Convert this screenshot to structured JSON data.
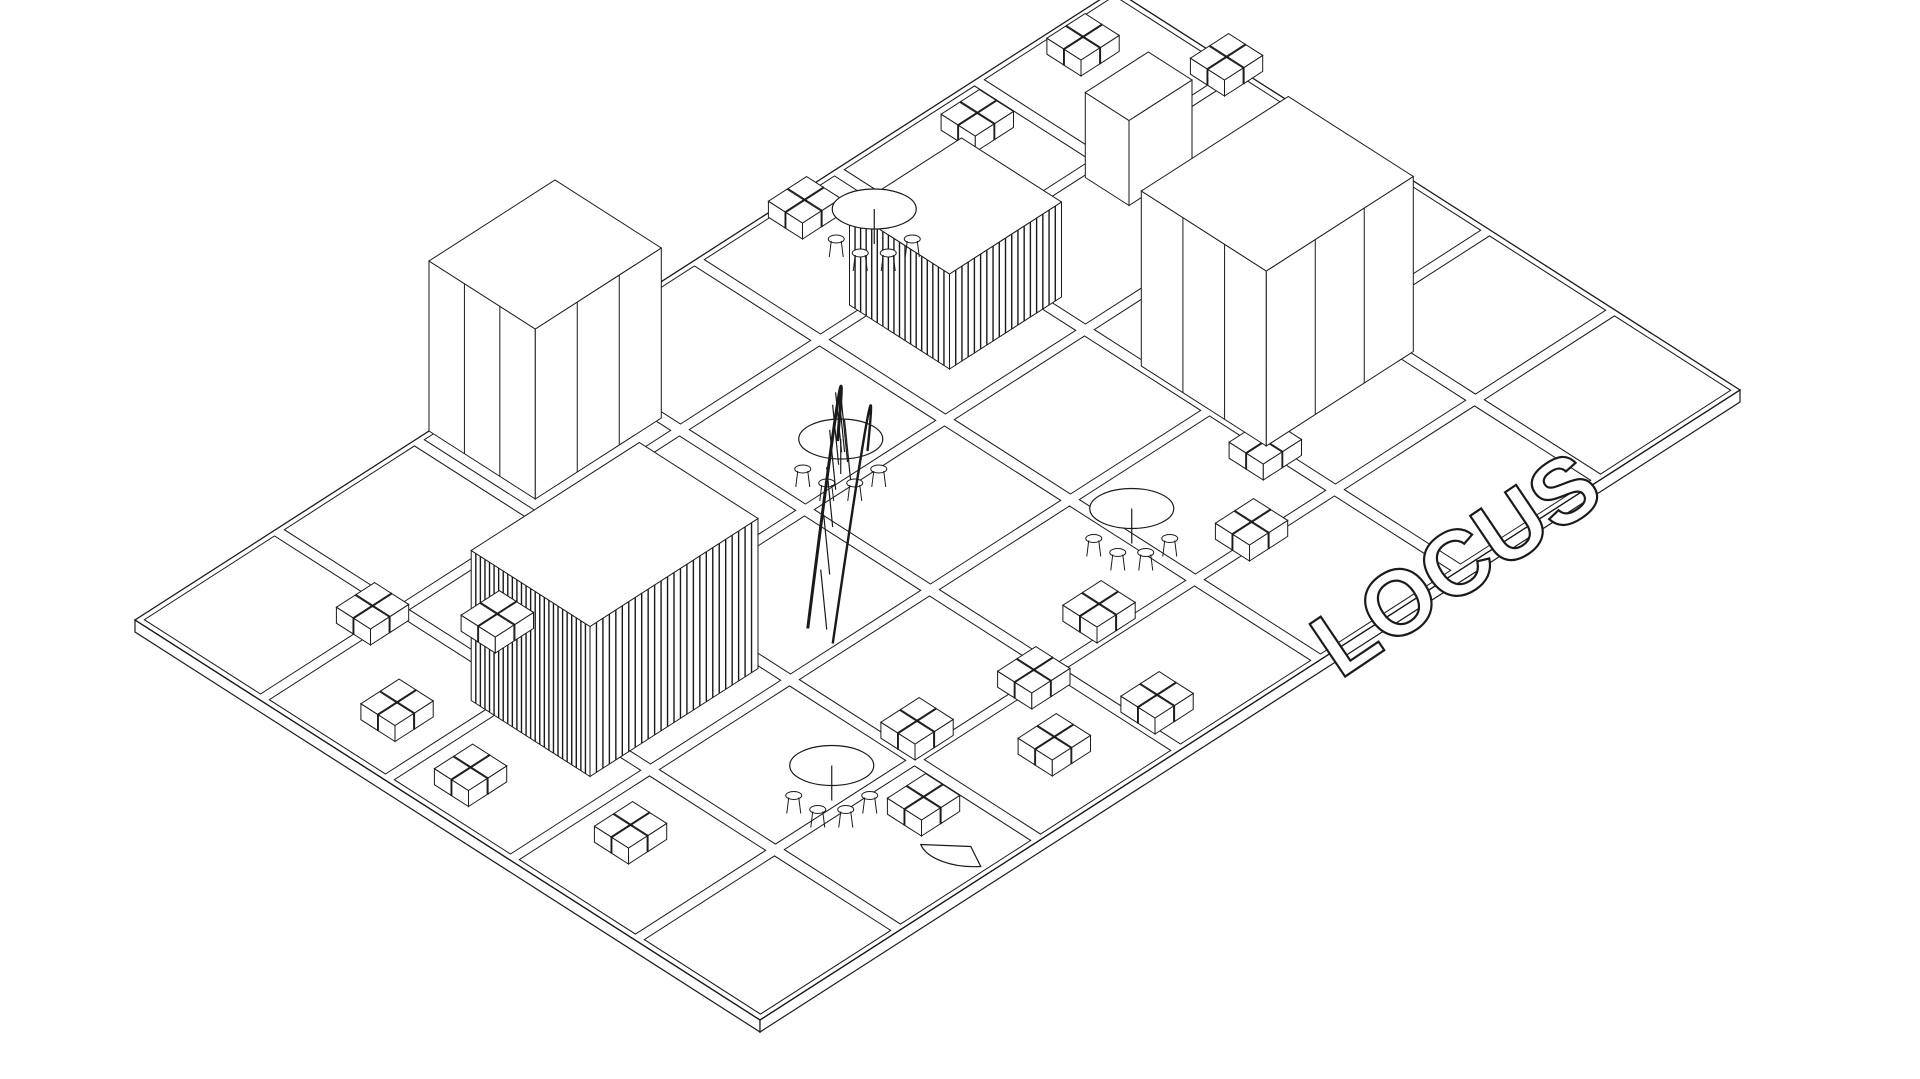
{
  "drawing": {
    "signage_text": "LOCUS",
    "line_color": "#1a1a1a",
    "background_color": "#ffffff"
  },
  "plan": {
    "grid_columns": 7,
    "grid_rows": 5
  }
}
